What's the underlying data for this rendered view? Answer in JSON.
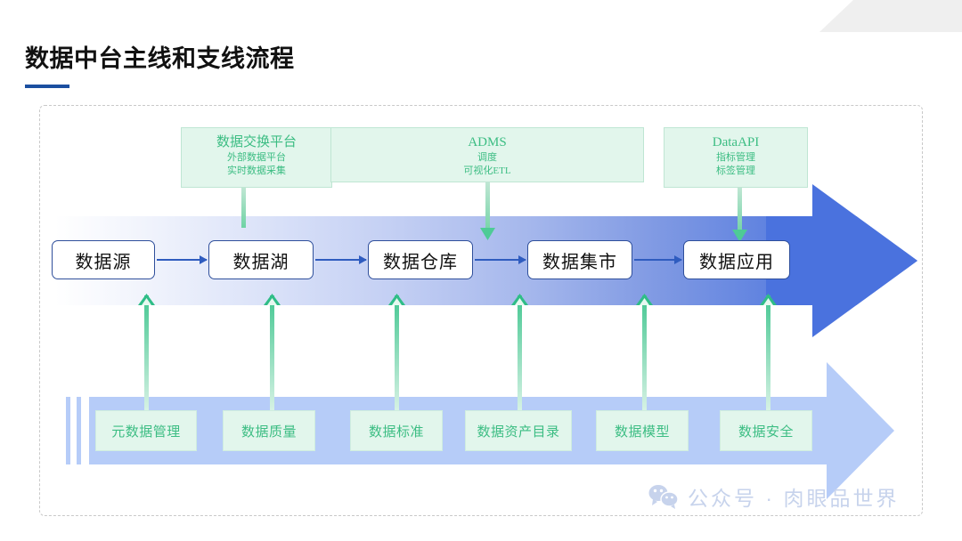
{
  "page_title": "数据中台主线和支线流程",
  "watermark": {
    "icon": "wechat-icon",
    "text": "公众号 · 肉眼品世界"
  },
  "colors": {
    "title": "#111111",
    "title_underline": "#1b4fa0",
    "main_arrow_end": "#4a72de",
    "sub_arrow": "#b6ccf8",
    "green_accent": "#3cbd83",
    "green_box_fill": "#e2f6ec",
    "node_border": "#2f4f9b",
    "corner_deco": "#efefef"
  },
  "top_platforms": [
    {
      "line1": "数据交换平台",
      "line2": "外部数据平台",
      "line3": "实时数据采集"
    },
    {
      "line1": "ADMS",
      "line2": "调度",
      "line3": "可视化ETL"
    },
    {
      "line1": "DataAPI",
      "line2": "指标管理",
      "line3": "标签管理"
    }
  ],
  "flow_nodes": [
    {
      "label": "数据源"
    },
    {
      "label": "数据湖"
    },
    {
      "label": "数据仓库"
    },
    {
      "label": "数据集市"
    },
    {
      "label": "数据应用"
    }
  ],
  "governance_items": [
    {
      "label": "元数据管理"
    },
    {
      "label": "数据质量"
    },
    {
      "label": "数据标准"
    },
    {
      "label": "数据资产目录"
    },
    {
      "label": "数据模型"
    },
    {
      "label": "数据安全"
    }
  ]
}
